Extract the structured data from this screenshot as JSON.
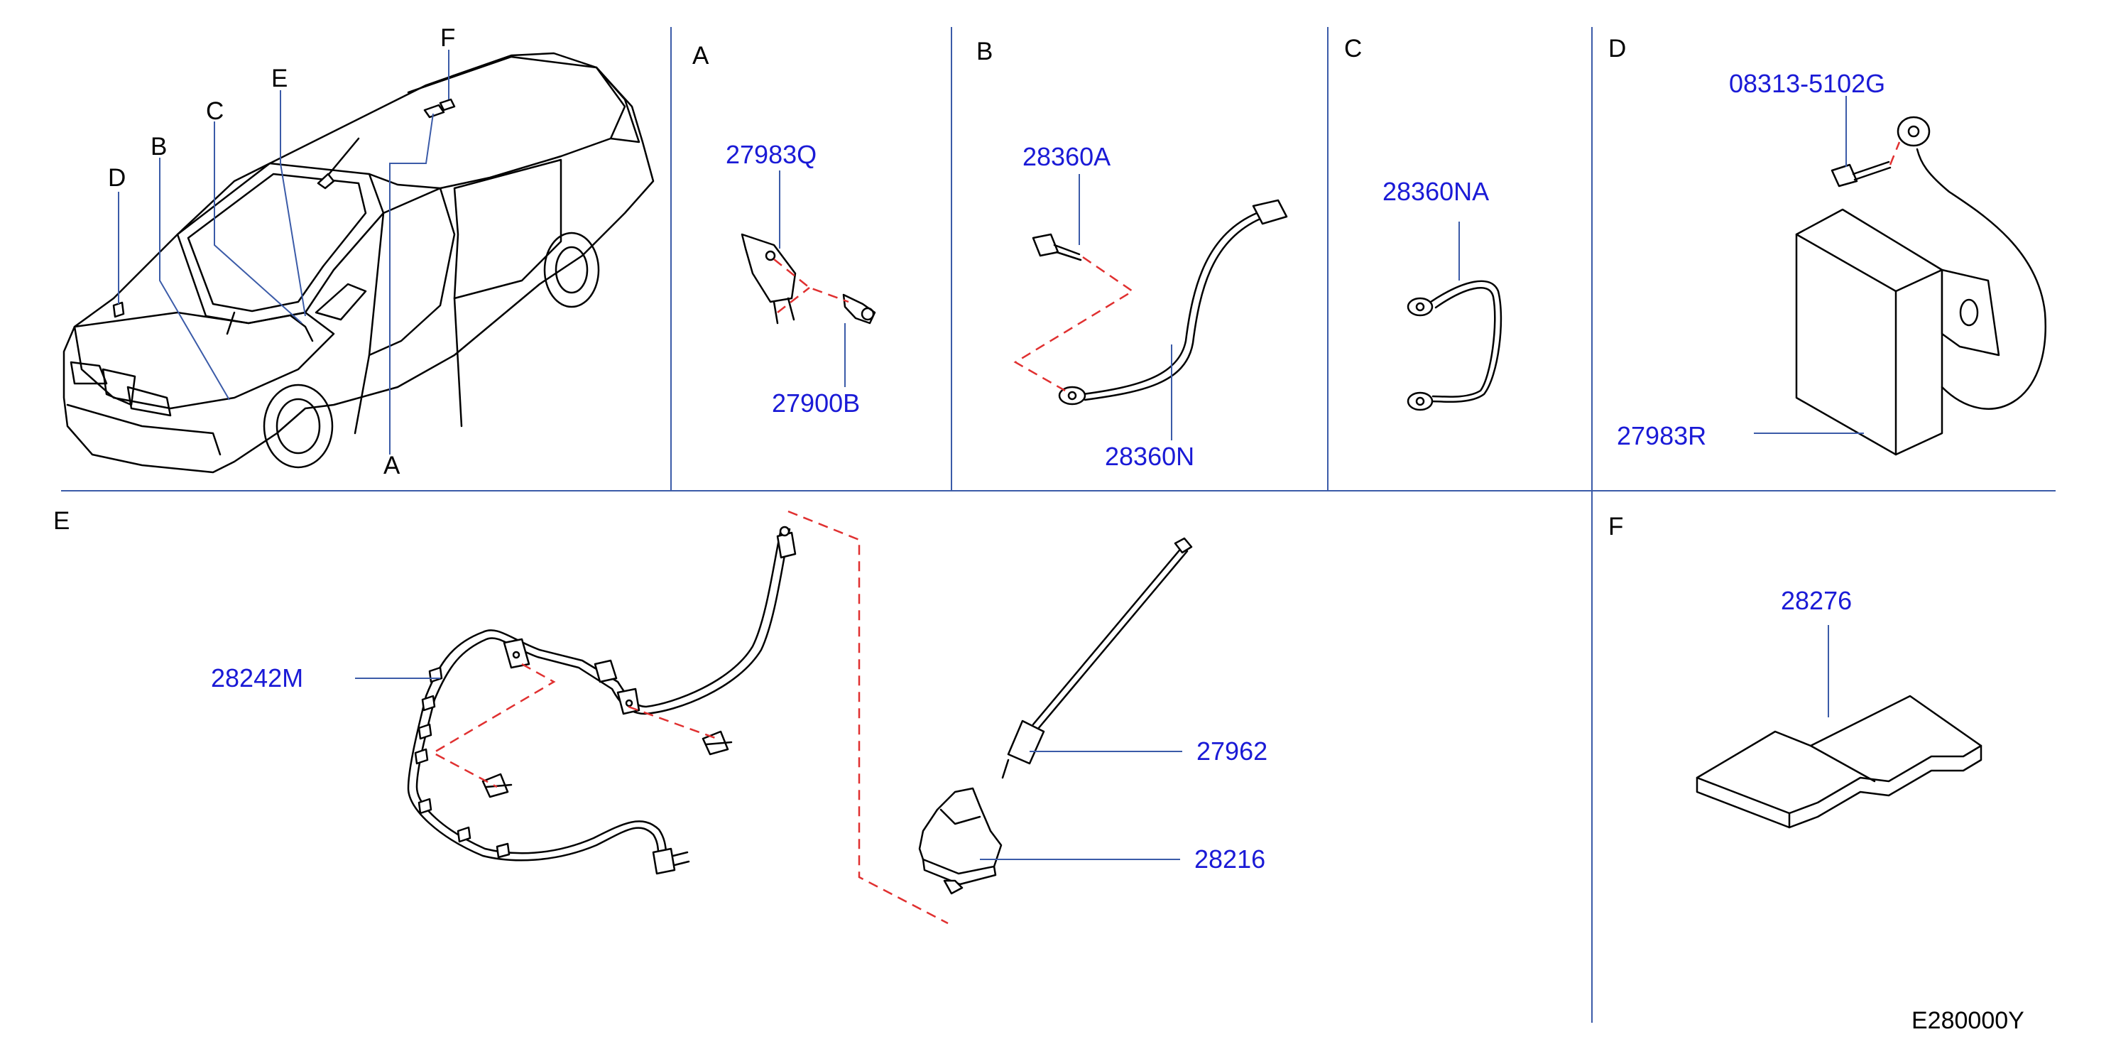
{
  "panels": {
    "a": "A",
    "b": "B",
    "c": "C",
    "d": "D",
    "e": "E",
    "f": "F"
  },
  "car_callouts": {
    "a": "A",
    "b": "B",
    "c": "C",
    "d": "D",
    "e": "E",
    "f": "F"
  },
  "parts": {
    "p27983Q": "27983Q",
    "p27900B": "27900B",
    "p28360A": "28360A",
    "p28360N": "28360N",
    "p28360NA": "28360NA",
    "p08313": "08313-5102G",
    "p27983R": "27983R",
    "p28242M": "28242M",
    "p27962": "27962",
    "p28216": "28216",
    "p28276": "28276"
  },
  "diagram_code": "E280000Y",
  "colors": {
    "part_label": "#1a1ad6",
    "divider": "#3b5ba8",
    "connection_dash": "#e03030"
  }
}
